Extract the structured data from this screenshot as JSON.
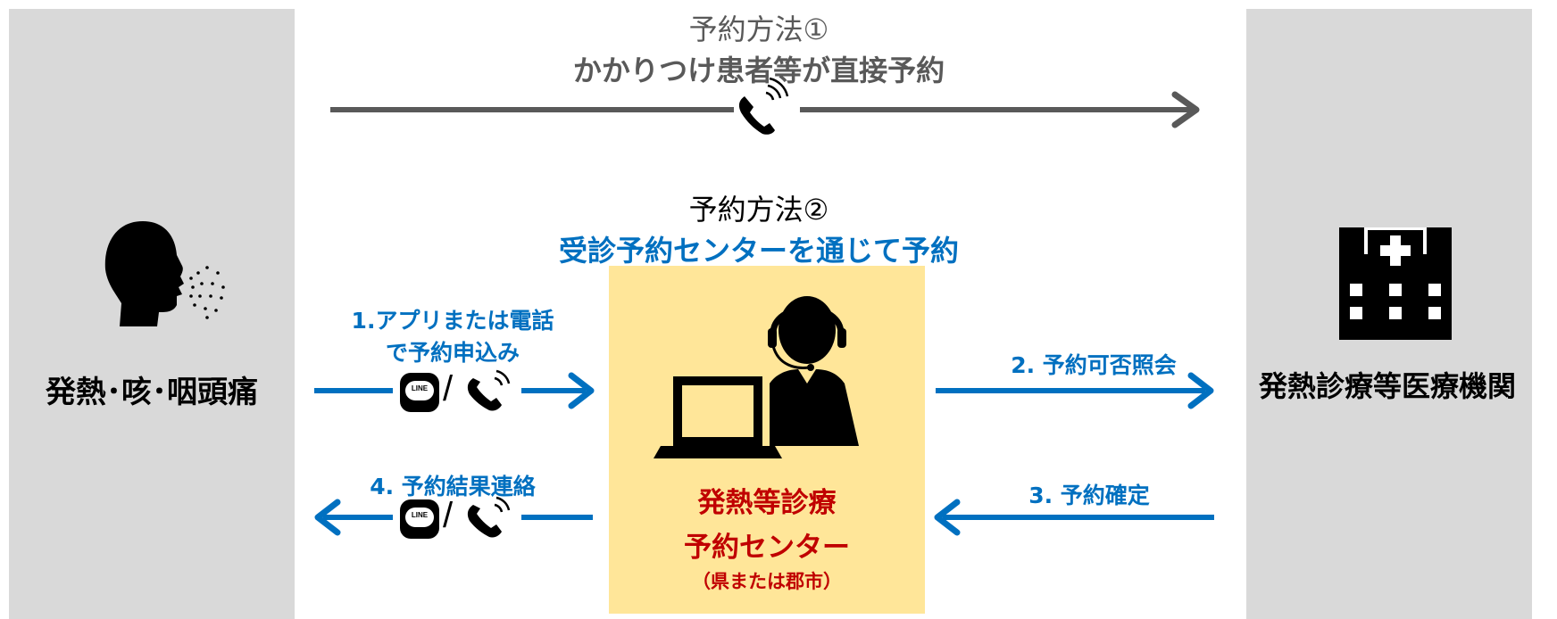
{
  "colors": {
    "panel": "#d9d9d9",
    "center_box": "#ffe699",
    "blue": "#0070c0",
    "gray_arrow": "#595959",
    "red": "#c00000"
  },
  "method1": {
    "title": "予約方法①",
    "subtitle": "かかりつけ患者等が直接予約"
  },
  "method2": {
    "title": "予約方法②",
    "subtitle": "受診予約センターを通じて予約"
  },
  "patient": {
    "label": "発熱･咳･咽頭痛",
    "icon": "coughing-person-icon"
  },
  "clinic": {
    "label": "発熱診療等医療機関",
    "icon": "hospital-icon"
  },
  "center": {
    "title_line1": "発熱等診療",
    "title_line2": "予約センター",
    "note": "（県または郡市）",
    "icon": "operator-computer-icon"
  },
  "steps": {
    "step1_line1": "1.アプリまたは電話",
    "step1_line2": "で予約申込み",
    "step2": "2. 予約可否照会",
    "step3": "3. 予約確定",
    "step4": "4. 予約結果連絡"
  },
  "icons": {
    "line_app": "LINE",
    "slash": "/",
    "phone": "phone-icon"
  }
}
